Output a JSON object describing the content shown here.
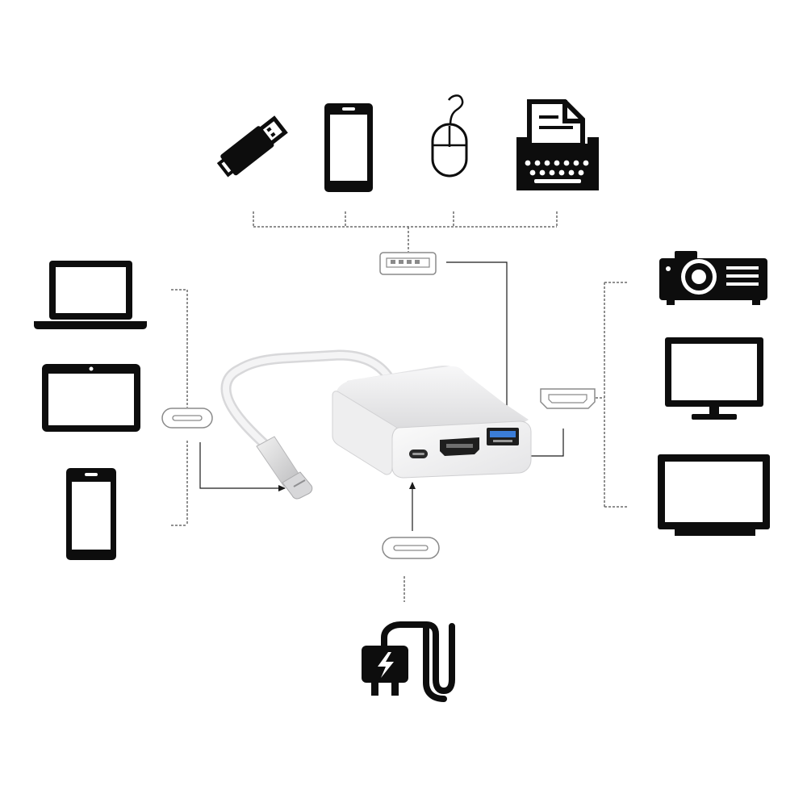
{
  "diagram": {
    "colors": {
      "background": "#ffffff",
      "icon": "#0d0d0d",
      "connector_line": "#6b6b6b",
      "arrow": "#1a1a1a",
      "adapter_body": "#e9e9ea",
      "adapter_face": "#f4f4f5",
      "cable": "#eeeeee",
      "usb3_port_accent": "#3b7dd8"
    },
    "top_devices": [
      {
        "icon": "usb-flash-drive-icon"
      },
      {
        "icon": "smartphone-icon"
      },
      {
        "icon": "computer-mouse-icon"
      },
      {
        "icon": "typewriter-printer-icon"
      }
    ],
    "left_devices": [
      {
        "icon": "laptop-icon"
      },
      {
        "icon": "tablet-icon"
      },
      {
        "icon": "smartphone-icon"
      }
    ],
    "right_devices": [
      {
        "icon": "projector-icon"
      },
      {
        "icon": "monitor-icon"
      },
      {
        "icon": "television-icon"
      }
    ],
    "power_device": {
      "icon": "power-charger-plug-icon"
    },
    "port_symbols": {
      "usb_a": "usb-a-port-icon",
      "usb_c_left": "usb-c-port-icon",
      "usb_c_bottom": "usb-c-port-icon",
      "hdmi": "hdmi-port-icon"
    },
    "adapter": {
      "ports": [
        "usb-c-port",
        "hdmi-port",
        "usb-a-3.0-port"
      ],
      "cable_plug": "usb-c-plug"
    }
  }
}
